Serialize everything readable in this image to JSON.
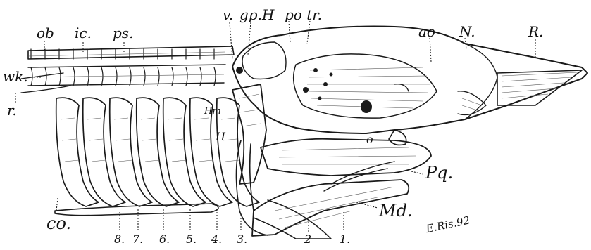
{
  "figure": {
    "labels": {
      "ob": "ob",
      "ic": "ic.",
      "ps": "ps.",
      "v": "v.",
      "gpH": "gp.H",
      "potr": "po tr.",
      "ao": "ao",
      "N": "N.",
      "R": "R.",
      "wk": "wk.",
      "r": "r.",
      "Hm": "Hm",
      "H": "H",
      "o": "o",
      "Pq": "Pq.",
      "Md": "Md.",
      "co": "co.",
      "n8": "8.",
      "n7": "7.",
      "n6": "6.",
      "n5": "5.",
      "n4": "4.",
      "n3": "3.",
      "n2": "2",
      "n1": "1."
    },
    "signature": "E.Ris.92"
  }
}
